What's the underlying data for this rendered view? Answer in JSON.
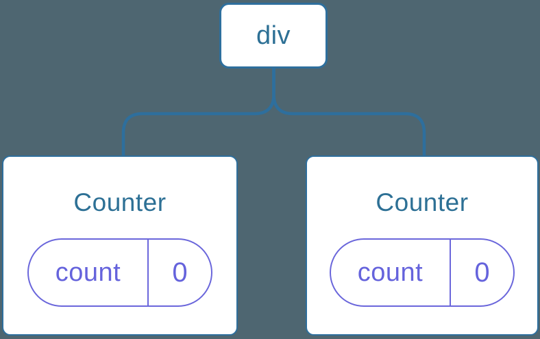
{
  "diagram": {
    "title": "component-tree",
    "root": {
      "label": "div"
    },
    "children": [
      {
        "label": "Counter",
        "state": {
          "key": "count",
          "value": "0"
        }
      },
      {
        "label": "Counter",
        "state": {
          "key": "count",
          "value": "0"
        }
      }
    ]
  },
  "colors": {
    "canvas_bg": "#4E6671",
    "node_bg": "#FFFFFF",
    "node_border": "#2E6F9D",
    "connector": "#2E6F9D",
    "label_text": "#2D7095",
    "state_accent": "#6A66DB",
    "state_text": "#6563DC"
  }
}
